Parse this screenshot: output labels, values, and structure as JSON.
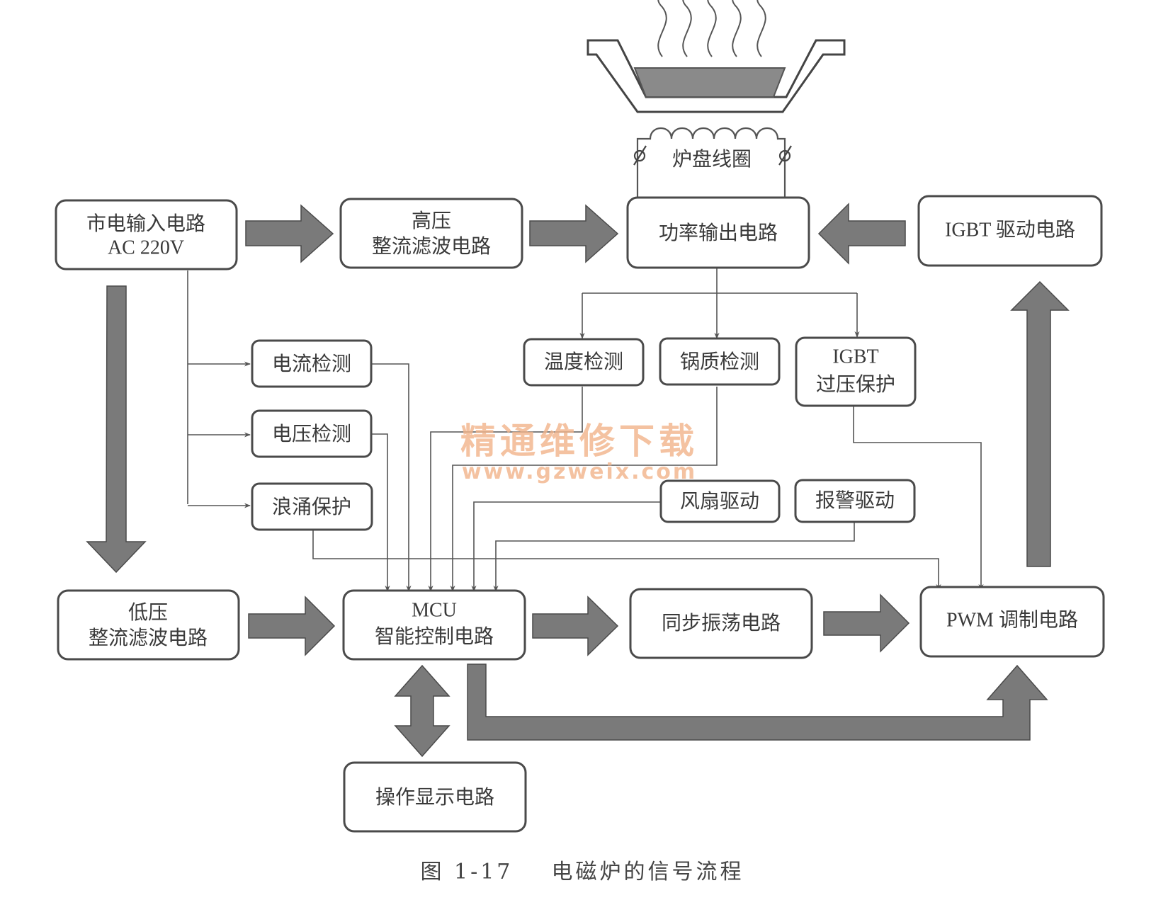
{
  "figure": {
    "caption": "图 1-17    电磁炉的信号流程",
    "watermark": {
      "text_cn": "精通维修下载",
      "text_url": "www.gzweix.com"
    }
  },
  "illustration": {
    "coil_label": "炉盘线圈"
  },
  "blocks": {
    "mains_input": {
      "line1": "市电输入电路",
      "line2": "AC 220V"
    },
    "hv_rectifier": {
      "line1": "高压",
      "line2": "整流滤波电路"
    },
    "power_output": {
      "line1": "功率输出电路"
    },
    "igbt_driver": {
      "line1": "IGBT 驱动电路"
    },
    "current_detect": {
      "line1": "电流检测"
    },
    "voltage_detect": {
      "line1": "电压检测"
    },
    "surge_protect": {
      "line1": "浪涌保护"
    },
    "temp_detect": {
      "line1": "温度检测"
    },
    "pot_detect": {
      "line1": "锅质检测"
    },
    "igbt_overvoltage": {
      "line1": "IGBT",
      "line2": "过压保护"
    },
    "fan_driver": {
      "line1": "风扇驱动"
    },
    "alarm_driver": {
      "line1": "报警驱动"
    },
    "lv_rectifier": {
      "line1": "低压",
      "line2": "整流滤波电路"
    },
    "mcu": {
      "line1": "MCU",
      "line2": "智能控制电路"
    },
    "sync_oscillator": {
      "line1": "同步振荡电路"
    },
    "pwm_modulator": {
      "line1": "PWM 调制电路"
    },
    "operation_display": {
      "line1": "操作显示电路"
    }
  },
  "connections": [
    {
      "from": "mains_input",
      "to": "hv_rectifier",
      "style": "thick"
    },
    {
      "from": "hv_rectifier",
      "to": "power_output",
      "style": "thick"
    },
    {
      "from": "igbt_driver",
      "to": "power_output",
      "style": "thick"
    },
    {
      "from": "pwm_modulator",
      "to": "igbt_driver",
      "style": "thick"
    },
    {
      "from": "mains_input",
      "to": "lv_rectifier",
      "style": "thick"
    },
    {
      "from": "lv_rectifier",
      "to": "mcu",
      "style": "thick"
    },
    {
      "from": "mcu",
      "to": "sync_oscillator",
      "style": "thick"
    },
    {
      "from": "sync_oscillator",
      "to": "pwm_modulator",
      "style": "thick"
    },
    {
      "from": "mcu",
      "to": "pwm_modulator",
      "style": "thick"
    },
    {
      "from": "mcu",
      "to": "operation_display",
      "style": "thick-bidirectional"
    },
    {
      "from": "power_output",
      "to": "coil",
      "style": "wire"
    },
    {
      "from": "mains_input",
      "to": "current_detect",
      "style": "thin"
    },
    {
      "from": "mains_input",
      "to": "voltage_detect",
      "style": "thin"
    },
    {
      "from": "mains_input",
      "to": "surge_protect",
      "style": "thin"
    },
    {
      "from": "power_output",
      "to": "temp_detect",
      "style": "thin"
    },
    {
      "from": "power_output",
      "to": "pot_detect",
      "style": "thin"
    },
    {
      "from": "power_output",
      "to": "igbt_overvoltage",
      "style": "thin"
    },
    {
      "from": "current_detect",
      "to": "mcu",
      "style": "thin"
    },
    {
      "from": "voltage_detect",
      "to": "mcu",
      "style": "thin"
    },
    {
      "from": "temp_detect",
      "to": "mcu",
      "style": "thin"
    },
    {
      "from": "pot_detect",
      "to": "mcu",
      "style": "thin"
    },
    {
      "from": "fan_driver",
      "to": "mcu",
      "style": "thin"
    },
    {
      "from": "alarm_driver",
      "to": "mcu",
      "style": "thin"
    },
    {
      "from": "surge_protect",
      "to": "pwm_modulator",
      "style": "thin"
    },
    {
      "from": "igbt_overvoltage",
      "to": "pwm_modulator",
      "style": "thin"
    }
  ]
}
